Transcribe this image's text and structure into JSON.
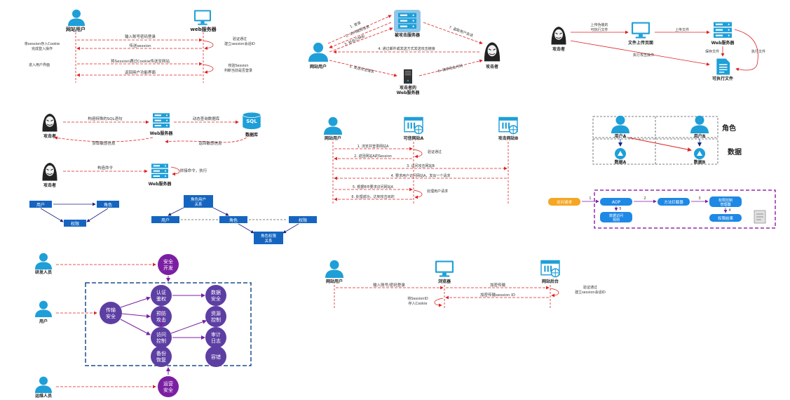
{
  "colors": {
    "blue": "#1e9fd8",
    "red": "#e02020",
    "dark_blue": "#1a237e",
    "purple": "#7b1fa2",
    "purple_mid": "#5d3fa3",
    "orange": "#f5a623",
    "hacker": "#222222"
  },
  "d1": {
    "user": "网站用户",
    "server": "web服务器",
    "m1": "输入账号密码登录",
    "note1a": "验证通过",
    "note1b": "建立session会话ID",
    "left1a": "将session存入Cookie",
    "left1b": "完成登入操作",
    "m2": "传送session",
    "left2": "进入用户界面",
    "m3": "将Session通过Cookie传送至网站",
    "note2a": "校验Session",
    "note2b": "判断当前是否登录",
    "m4": "返回用户功能界面"
  },
  "d2": {
    "server": "被攻击服务器",
    "user": "网站用户",
    "attacker": "攻击者",
    "web": "攻击者的",
    "web2": "Web服务器",
    "a1": "1. 登录",
    "a2": "2. 访问返回信息",
    "a3": "3. 给自己特权",
    "a5": "5. 发送攻击请求",
    "a6": "6. 请求攻击代码",
    "a7": "7. 盗取用户会话",
    "a4": "4. 通过邮件或发送方式发送攻击链接"
  },
  "d3": {
    "attacker": "攻击者",
    "upload_page": "文件上传页面",
    "web": "Web服务器",
    "exe": "可执行文件",
    "t1a": "上传伪装的",
    "t1b": "可执行文件",
    "t2": "上传文件",
    "t3": "执行攻击操作",
    "t4": "保存文件",
    "t5": "执行文件"
  },
  "d4": {
    "attacker": "攻击者",
    "web": "Web服务器",
    "db": "数据库",
    "sql": "SQL",
    "t1": "构造特殊的SQL语句",
    "t2": "动态查询数据库",
    "t3": "获取敏感信息",
    "t4": "返回敏感信息"
  },
  "d5": {
    "attacker": "攻击者",
    "web": "Web服务器",
    "t1": "构造命令",
    "t2": "拼接命令，执行"
  },
  "d6": {
    "user": "用户",
    "role": "角色",
    "perm": "权限"
  },
  "d7": {
    "rel1a": "角色用户",
    "rel1b": "关系",
    "user": "用户",
    "role": "角色",
    "perm": "权限",
    "rel2a": "角色权限",
    "rel2b": "关系"
  },
  "d8": {
    "user": "网站用户",
    "siteA": "可信网站A",
    "siteB": "攻击网站B",
    "m1": "1. 浏览并登录网站A",
    "note1": "验证通过",
    "m2": "2. 返回网站A的Session",
    "m3": "3. 访问攻击网站B",
    "m4": "4. 要求用户访问网站A，发出一个请求",
    "m5": "5. 根据B中要求访问网站A",
    "note2": "处理用户请求",
    "m6": "6. 处理成功，达到攻击目的"
  },
  "d9": {
    "userA": "用户A",
    "userB": "用户B",
    "role": "角色",
    "data": "数据",
    "dataA": "数据A",
    "dataB": "数据B"
  },
  "d10": {
    "req": "访问请求",
    "aop": "AOP",
    "interceptor": "方法拦截器",
    "mgr1": "权限控制",
    "mgr2": "管理器",
    "data1": "数据访问",
    "data2": "规则",
    "result": "权限结果",
    "n1": "1",
    "n2": "2",
    "n3": "3",
    "n4": "4",
    "n5": "5"
  },
  "d11": {
    "dev": "研发人员",
    "user": "用户",
    "ops": "运维人员",
    "dev_sec1": "安全",
    "dev_sec2": "开发",
    "ops_sec1": "运营",
    "ops_sec2": "安全",
    "trans1": "传输",
    "trans2": "安全",
    "auth1": "认证",
    "auth2": "鉴权",
    "prevent1": "预防",
    "prevent2": "攻击",
    "access1": "访问",
    "access2": "控制",
    "backup1": "备份",
    "backup2": "恢复",
    "datasec1": "数据",
    "datasec2": "安全",
    "res1": "资源",
    "res2": "控制",
    "audit1": "审计",
    "audit2": "日志",
    "dr": "容错"
  },
  "d12": {
    "user": "网站用户",
    "browser": "浏览器",
    "backend": "网站后台",
    "m1": "输入账号/密码登录",
    "m2": "加密传输",
    "note1a": "验证通过",
    "note1b": "建立session会话ID",
    "m3": "加密传输session ID",
    "note2a": "将SessionID",
    "note2b": "存入Cookie"
  }
}
